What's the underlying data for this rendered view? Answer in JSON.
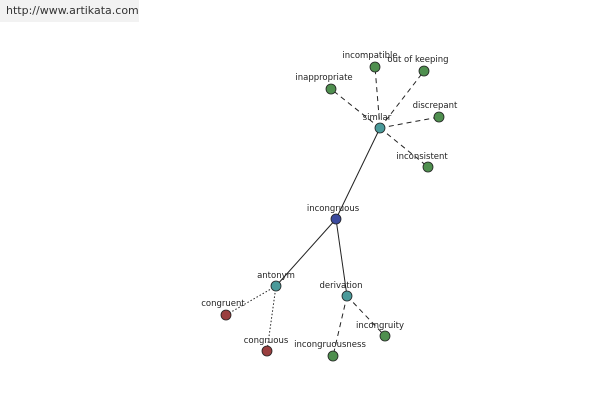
{
  "header": {
    "url": "http://www.artikata.com"
  },
  "colors": {
    "center": "#3b4a9e",
    "relation": "#4a9a9a",
    "similar_term": "#4f8f4f",
    "antonym_term": "#9a3f3f",
    "derivation_term": "#4f8f4f",
    "stroke": "#222222"
  },
  "graph": {
    "nodes": [
      {
        "id": "incongruous",
        "label": "incongruous",
        "kind": "center"
      },
      {
        "id": "similar",
        "label": "similar",
        "kind": "relation"
      },
      {
        "id": "antonym",
        "label": "antonym",
        "kind": "relation"
      },
      {
        "id": "derivation",
        "label": "derivation",
        "kind": "relation"
      },
      {
        "id": "incompatible",
        "label": "incompatible",
        "kind": "similar_term"
      },
      {
        "id": "out-of-keeping",
        "label": "out of keeping",
        "kind": "similar_term"
      },
      {
        "id": "inappropriate",
        "label": "inappropriate",
        "kind": "similar_term"
      },
      {
        "id": "discrepant",
        "label": "discrepant",
        "kind": "similar_term"
      },
      {
        "id": "inconsistent",
        "label": "inconsistent",
        "kind": "similar_term"
      },
      {
        "id": "congruent",
        "label": "congruent",
        "kind": "antonym_term"
      },
      {
        "id": "congruous",
        "label": "congruous",
        "kind": "antonym_term"
      },
      {
        "id": "incongruity",
        "label": "incongruity",
        "kind": "derivation_term"
      },
      {
        "id": "incongruousness",
        "label": "incongruousness",
        "kind": "derivation_term"
      }
    ],
    "edges": [
      {
        "from": "incongruous",
        "to": "similar",
        "style": "solid"
      },
      {
        "from": "incongruous",
        "to": "antonym",
        "style": "solid"
      },
      {
        "from": "incongruous",
        "to": "derivation",
        "style": "solid"
      },
      {
        "from": "similar",
        "to": "incompatible",
        "style": "dashed"
      },
      {
        "from": "similar",
        "to": "out-of-keeping",
        "style": "dashed"
      },
      {
        "from": "similar",
        "to": "inappropriate",
        "style": "dashed"
      },
      {
        "from": "similar",
        "to": "discrepant",
        "style": "dashed"
      },
      {
        "from": "similar",
        "to": "inconsistent",
        "style": "dashed"
      },
      {
        "from": "antonym",
        "to": "congruent",
        "style": "dotted"
      },
      {
        "from": "antonym",
        "to": "congruous",
        "style": "dotted"
      },
      {
        "from": "derivation",
        "to": "incongruity",
        "style": "dashed"
      },
      {
        "from": "derivation",
        "to": "incongruousness",
        "style": "dashed"
      }
    ]
  }
}
